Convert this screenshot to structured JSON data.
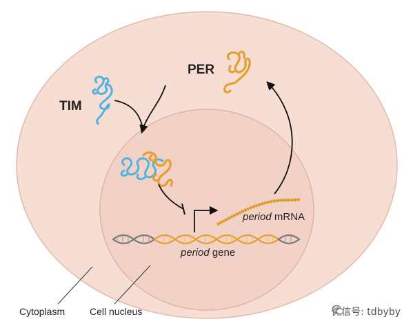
{
  "labels": {
    "per": "PER",
    "tim": "TIM",
    "mrna_italic": "period",
    "mrna_plain": " mRNA",
    "gene_italic": "period",
    "gene_plain": " gene",
    "cytoplasm": "Cytoplasm",
    "nucleus": "Cell nucleus"
  },
  "watermark": {
    "text": "微信号: tdbyby",
    "icon": "wechat-icon"
  },
  "colors": {
    "cytoplasm_fill": "#f6ded4",
    "cytoplasm_stroke": "#e3b9a9",
    "nucleus_fill": "#f2d2c6",
    "nucleus_stroke": "#e1b3a4",
    "per_protein": "#e4a02e",
    "tim_protein": "#4fb3df",
    "dna_dark": "#7a7a7a",
    "dna_orange": "#e4a02e",
    "arrow": "#111111"
  }
}
